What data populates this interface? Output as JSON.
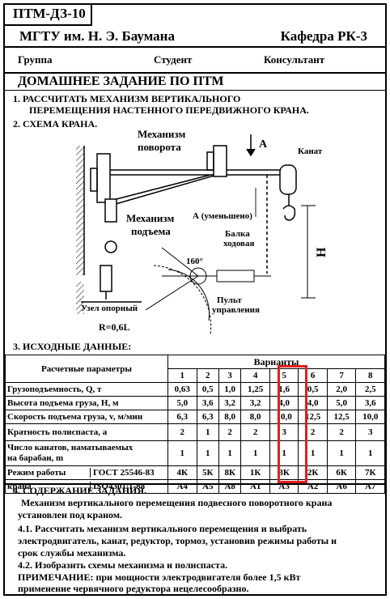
{
  "header": {
    "code": "ПТМ-ДЗ-10",
    "university": "МГТУ им. Н. Э. Баумана",
    "department": "Кафедра РК-3",
    "group_label": "Группа",
    "student_label": "Студент",
    "consultant_label": "Консультант",
    "homework_title": "ДОМАШНЕЕ ЗАДАНИЕ ПО ПТМ"
  },
  "tasks": {
    "item1_line1": "1. РАССЧИТАТЬ МЕХАНИЗМ ВЕРТИКАЛЬНОГО",
    "item1_line2": "ПЕРЕМЕЩЕНИЯ НАСТЕННОГО   ПЕРЕДВИЖНОГО КРАНА.",
    "item2": "2. СХЕМА КРАНА."
  },
  "diagram": {
    "rotation_mech_1": "Механизм",
    "rotation_mech_2": "поворота",
    "arrow_a": "A",
    "rope": "Канат",
    "view_a": "А (уменьшено)",
    "lift_mech_1": "Механизм",
    "lift_mech_2": "подъема",
    "beam_1": "Балка",
    "beam_2": "ходовая",
    "angle": "160°",
    "height": "H",
    "control_1": "Пульт",
    "control_2": "управления",
    "support": "Узел опорный",
    "radius": "R=0,6L"
  },
  "initial_data": {
    "section_title": "3. ИСХОДНЫЕ ДАННЫЕ:",
    "params_header": "Расчетные параметры",
    "variants_header": "Варианты",
    "variants": [
      "1",
      "2",
      "3",
      "4",
      "5",
      "6",
      "7",
      "8"
    ],
    "rows": [
      {
        "label": "Грузоподъемность, Q, т",
        "values": [
          "0,63",
          "0,5",
          "1,0",
          "1,25",
          "1,6",
          "0,5",
          "2,0",
          "2,5"
        ]
      },
      {
        "label": "Высота подъема груза, H, м",
        "values": [
          "5,0",
          "3,6",
          "3,2",
          "3,2",
          "4,0",
          "4,0",
          "5,0",
          "3,6"
        ]
      },
      {
        "label": "Скорость подъема груза, v, м/мин",
        "values": [
          "6,3",
          "6,3",
          "8,0",
          "8,0",
          "10,0",
          "12,5",
          "12,5",
          "10,0"
        ]
      },
      {
        "label": "Кратность полиспаста, a",
        "values": [
          "2",
          "1",
          "2",
          "2",
          "3",
          "2",
          "2",
          "3"
        ]
      },
      {
        "label_1": "Число канатов, наматываемых",
        "label_2": "на  барабан, m",
        "values": [
          "1",
          "1",
          "1",
          "1",
          "1",
          "1",
          "1",
          "1"
        ]
      }
    ],
    "mode_label_1": "Режим работы",
    "mode_label_2": "крана",
    "gost": {
      "standard": "ГОСТ 25546-83",
      "values": [
        "4К",
        "5К",
        "8К",
        "1К",
        "3К",
        "2К",
        "6К",
        "7К"
      ]
    },
    "iso": {
      "standard": "ISO4301/1-88",
      "values": [
        "А4",
        "А5",
        "А8",
        "А1",
        "А3",
        "А2",
        "А6",
        "А7"
      ]
    },
    "highlight_color": "#e02020"
  },
  "contents": {
    "title": "4. СОДЕРЖАНИЕ ЗАДАНИЯ.",
    "p1_l1": "Механизм вертикального перемещения подвесного поворотного крана",
    "p1_l2": "установлен  под краном.",
    "p2_l1": "4.1. Рассчитать механизм вертикального перемещения и выбрать",
    "p2_l2": "электродвигатель, канат, редуктор, тормоз, установив режимы работы и",
    "p2_l3": "срок службы механизма.",
    "p3": "4.2. Изобразить схемы механизма и полиспаста.",
    "note_l1": "ПРИМЕЧАНИЕ:   при мощности электродвигателя более 1,5 кВт",
    "note_l2": "применение червячного редуктора нецелесообразно."
  }
}
